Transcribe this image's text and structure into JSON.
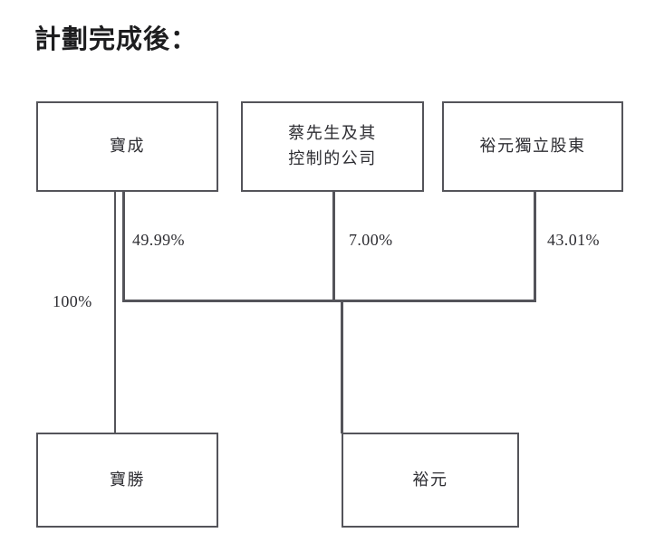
{
  "page": {
    "title": "計劃完成後：",
    "background_color": "#ffffff",
    "line_color": "#54545a",
    "text_color": "#2e2e33"
  },
  "nodes": [
    {
      "id": "baocheng",
      "label": "寶成",
      "lines": 1
    },
    {
      "id": "mrcai",
      "label": "蔡先生及其\n控制的公司",
      "lines": 2
    },
    {
      "id": "yuyuanpub",
      "label": "裕元獨立股東",
      "lines": 1
    },
    {
      "id": "baosheng",
      "label": "寶勝",
      "lines": 1
    },
    {
      "id": "yuyuan",
      "label": "裕元",
      "lines": 1
    }
  ],
  "edges": [
    {
      "id": "baocheng-to-yuyuan",
      "from": "寶成",
      "to": "裕元",
      "percent": "49.99%"
    },
    {
      "id": "mrcai-to-yuyuan",
      "from": "蔡先生及其控制的公司",
      "to": "裕元",
      "percent": "7.00%"
    },
    {
      "id": "yuyuanpub-to-yuyuan",
      "from": "裕元獨立股東",
      "to": "裕元",
      "percent": "43.01%"
    },
    {
      "id": "baocheng-to-baosheng",
      "from": "寶成",
      "to": "寶勝",
      "percent": "100%"
    }
  ]
}
